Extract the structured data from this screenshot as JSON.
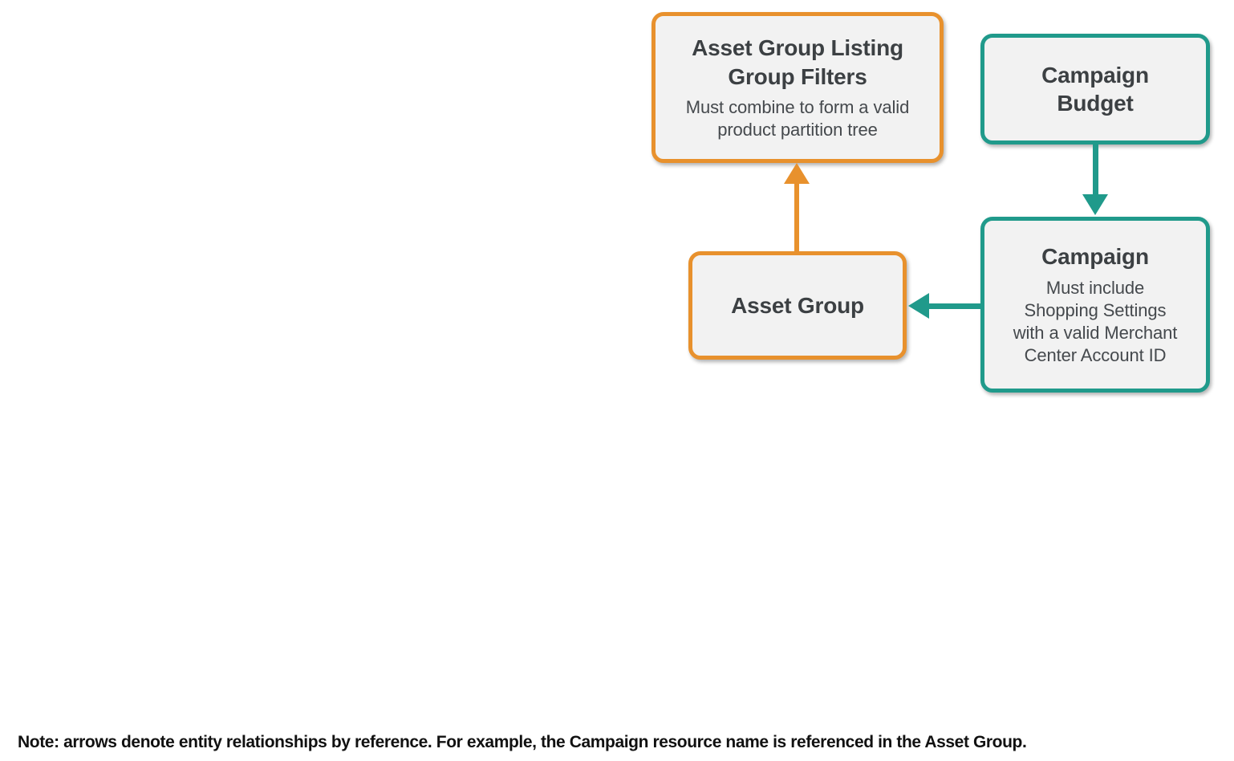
{
  "colors": {
    "orange": "#E8912D",
    "teal": "#209A8B",
    "box_fill": "#F2F2F2",
    "title_text": "#3C4043",
    "subtitle_text": "#45494D",
    "note_text": "#111111"
  },
  "diagram": {
    "nodes": [
      {
        "id": "asset-group-listing-group-filters",
        "title": "Asset Group Listing\nGroup Filters",
        "subtitle": "Must combine to form a valid\nproduct partition tree",
        "accent": "orange"
      },
      {
        "id": "campaign-budget",
        "title": "Campaign\nBudget",
        "subtitle": "",
        "accent": "teal"
      },
      {
        "id": "asset-group",
        "title": "Asset Group",
        "subtitle": "",
        "accent": "orange"
      },
      {
        "id": "campaign",
        "title": "Campaign",
        "subtitle": "Must include\nShopping Settings\nwith a valid Merchant\nCenter Account ID",
        "accent": "teal"
      }
    ],
    "edges": [
      {
        "from": "asset-group",
        "to": "asset-group-listing-group-filters",
        "accent": "orange",
        "direction": "up"
      },
      {
        "from": "campaign-budget",
        "to": "campaign",
        "accent": "teal",
        "direction": "down"
      },
      {
        "from": "campaign",
        "to": "asset-group",
        "accent": "teal",
        "direction": "left"
      }
    ]
  },
  "note": "Note: arrows denote entity relationships by reference. For example, the Campaign resource name is referenced in the Asset Group."
}
